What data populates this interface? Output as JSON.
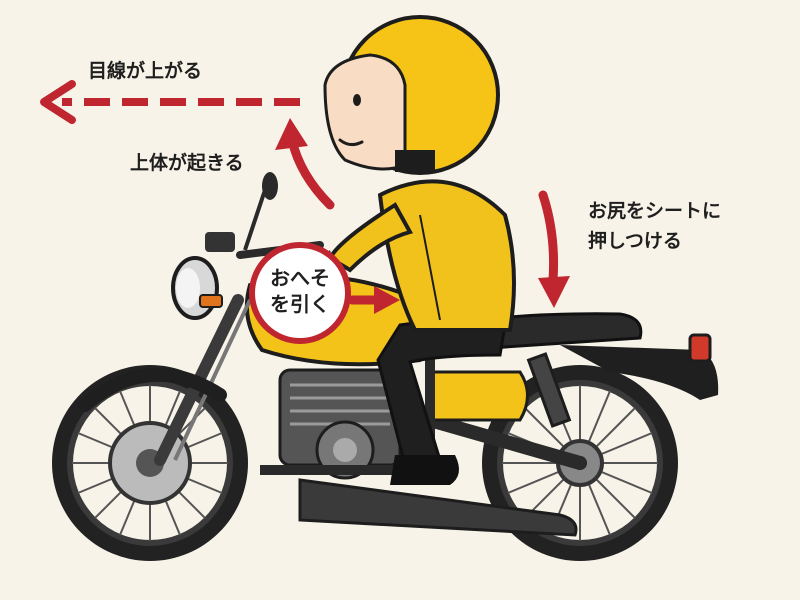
{
  "labels": {
    "gaze": "目線が上がる",
    "upper_body": "上体が起きる",
    "hips_line1": "お尻をシートに",
    "hips_line2": "押しつける",
    "navel_line1": "おへそ",
    "navel_line2": "を引く"
  },
  "colors": {
    "arrow_red": "#c0262f",
    "helmet_yellow": "#f5c417",
    "jacket_yellow": "#f1c21b",
    "tank_yellow": "#f3c31a",
    "outline": "#1d1d1d",
    "background": "#f8f3e8"
  }
}
